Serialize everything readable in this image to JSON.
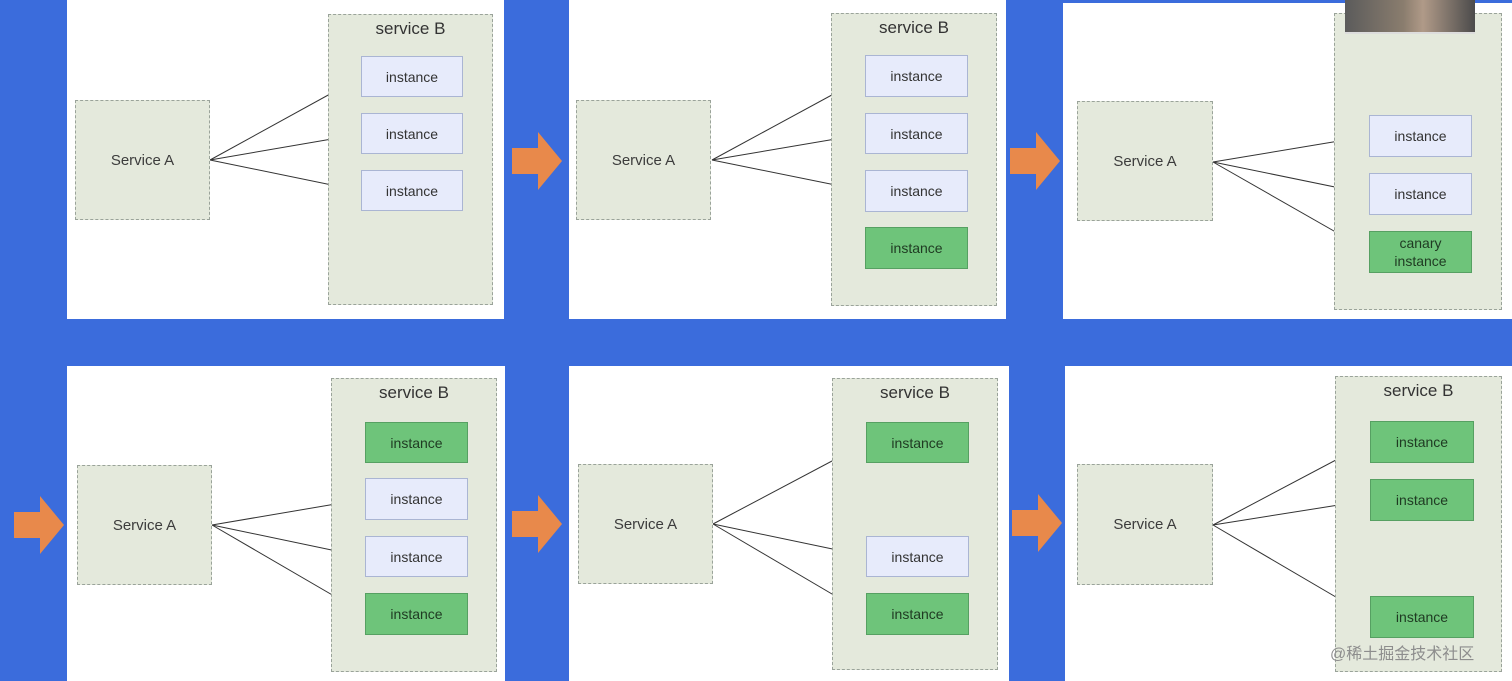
{
  "labels": {
    "service_a": "Service A",
    "service_b": "service B",
    "instance": "instance",
    "canary_line1": "canary",
    "canary_line2": "instance"
  },
  "colors": {
    "background": "#3b6cdc",
    "old_instance": "#e7ebfb",
    "new_instance": "#6ec47a",
    "service_box": "#e4e9dc",
    "step_arrow": "#e8894b"
  },
  "steps": [
    {
      "instances": [
        "old",
        "old",
        "old"
      ],
      "routed": [
        0,
        1,
        2
      ]
    },
    {
      "instances": [
        "old",
        "old",
        "old",
        "new"
      ],
      "routed": [
        0,
        1,
        2
      ]
    },
    {
      "instances": [
        "old",
        "old",
        "canary"
      ],
      "routed": [
        0,
        1,
        2
      ]
    },
    {
      "instances": [
        "new",
        "old",
        "old",
        "new"
      ],
      "routed": [
        1,
        2,
        3
      ]
    },
    {
      "instances": [
        "new",
        "old",
        "new"
      ],
      "routed": [
        0,
        1,
        2
      ]
    },
    {
      "instances": [
        "new",
        "new",
        "new"
      ],
      "routed": [
        0,
        1,
        2
      ]
    }
  ],
  "watermark": "@稀土掘金技术社区",
  "icons": [
    "step-arrow-icon",
    "pencil-icon"
  ]
}
